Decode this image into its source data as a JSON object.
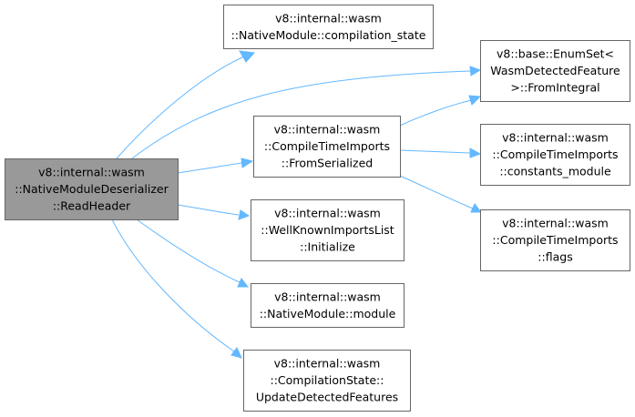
{
  "diagram": {
    "root": {
      "id": "readheader",
      "lines": [
        "v8::internal::wasm",
        "::NativeModuleDeserializer",
        "::ReadHeader"
      ]
    },
    "nodes": [
      {
        "id": "compilation-state",
        "lines": [
          "v8::internal::wasm",
          "::NativeModule::compilation_state"
        ]
      },
      {
        "id": "enumset-fromintegral",
        "lines": [
          "v8::base::EnumSet<",
          "WasmDetectedFeature",
          ">::FromIntegral"
        ]
      },
      {
        "id": "fromserialized",
        "lines": [
          "v8::internal::wasm",
          "::CompileTimeImports",
          "::FromSerialized"
        ]
      },
      {
        "id": "constants-module",
        "lines": [
          "v8::internal::wasm",
          "::CompileTimeImports",
          "::constants_module"
        ]
      },
      {
        "id": "flags",
        "lines": [
          "v8::internal::wasm",
          "::CompileTimeImports",
          "::flags"
        ]
      },
      {
        "id": "wellknown-initialize",
        "lines": [
          "v8::internal::wasm",
          "::WellKnownImportsList",
          "::Initialize"
        ]
      },
      {
        "id": "nativemodule-module",
        "lines": [
          "v8::internal::wasm",
          "::NativeModule::module"
        ]
      },
      {
        "id": "update-detected-features",
        "lines": [
          "v8::internal::wasm",
          "::CompilationState::",
          "UpdateDetectedFeatures"
        ]
      }
    ],
    "edges": [
      {
        "from": "readheader",
        "to": "compilation-state"
      },
      {
        "from": "readheader",
        "to": "enumset-fromintegral"
      },
      {
        "from": "readheader",
        "to": "fromserialized"
      },
      {
        "from": "readheader",
        "to": "wellknown-initialize"
      },
      {
        "from": "readheader",
        "to": "nativemodule-module"
      },
      {
        "from": "readheader",
        "to": "update-detected-features"
      },
      {
        "from": "fromserialized",
        "to": "enumset-fromintegral"
      },
      {
        "from": "fromserialized",
        "to": "constants-module"
      },
      {
        "from": "fromserialized",
        "to": "flags"
      }
    ],
    "colors": {
      "root_fill": "#999999",
      "node_fill": "#ffffff",
      "border": "#666666",
      "edge": "#63b8ff"
    }
  }
}
